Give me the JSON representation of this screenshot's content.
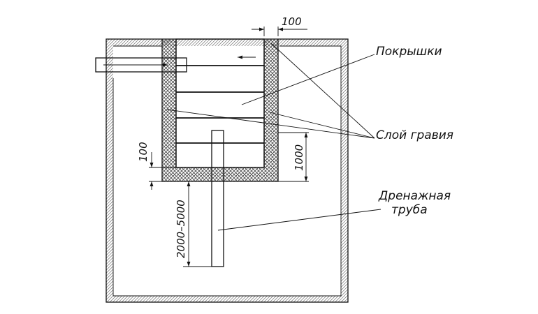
{
  "labels": {
    "tires": "Покрышки",
    "gravel": "Слой гравия",
    "drain_line1": "Дренажная",
    "drain_line2": "труба"
  },
  "dimensions": {
    "wall": "100",
    "bottom_layer": "100",
    "pit_depth": "1000",
    "pipe_depth": "2000–5000"
  },
  "colors": {
    "line": "#111111",
    "hatch": "#6e6e6e",
    "background": "#ffffff"
  }
}
